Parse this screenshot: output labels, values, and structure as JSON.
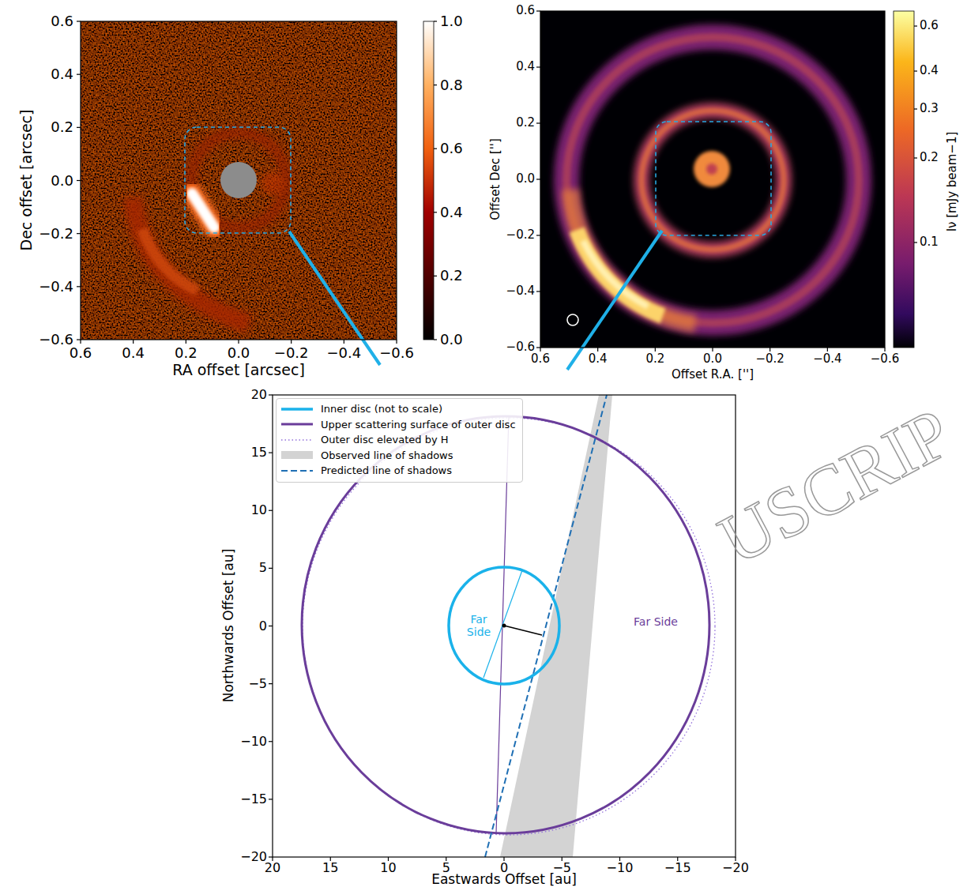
{
  "diagram": {
    "labels": [
      "0.6",
      "0.4",
      "0.2",
      "0.0",
      "−0.2",
      "−0.4",
      "−0.6",
      "0.6",
      "0.4",
      "0.2",
      "0.0",
      "−0.2",
      "−0.4",
      "−0.6",
      "Dec offset [arcsec]",
      "RA offset [arcsec]",
      "1.0",
      "0.8",
      "0.6",
      "0.4",
      "0.2",
      "0.0",
      "0.6",
      "0.4",
      "0.2",
      "0.0",
      "−0.2",
      "−0.4",
      "−0.6",
      "0.6",
      "0.4",
      "0.2",
      "0.0",
      "−0.2",
      "−0.4",
      "−0.6",
      "Offset Dec ['']",
      "Offset R.A. ['']",
      "0.6",
      "0.4",
      "0.3",
      "0.2",
      "0.1",
      "Iν [mJy beam−1]",
      "20",
      "15",
      "10",
      "5",
      "0",
      "−5",
      "−10",
      "−15",
      "−20",
      "20",
      "15",
      "10",
      "5",
      "0",
      "−5",
      "−10",
      "−15",
      "−20",
      "Northwards Offset [au]",
      "Eastwards Offset [au]",
      "Far Side",
      "Far Side",
      "USCRIP"
    ],
    "legend": [
      {
        "text": "Inner disc (not to scale)"
      },
      {
        "text": "Upper scattering surface of outer disc"
      },
      {
        "text": "Outer disc elevated by H"
      },
      {
        "text": "Observed line of shadows",
        "color": "#d3d3d3"
      },
      {
        "text": "Predicted line of shadows"
      }
    ]
  }
}
